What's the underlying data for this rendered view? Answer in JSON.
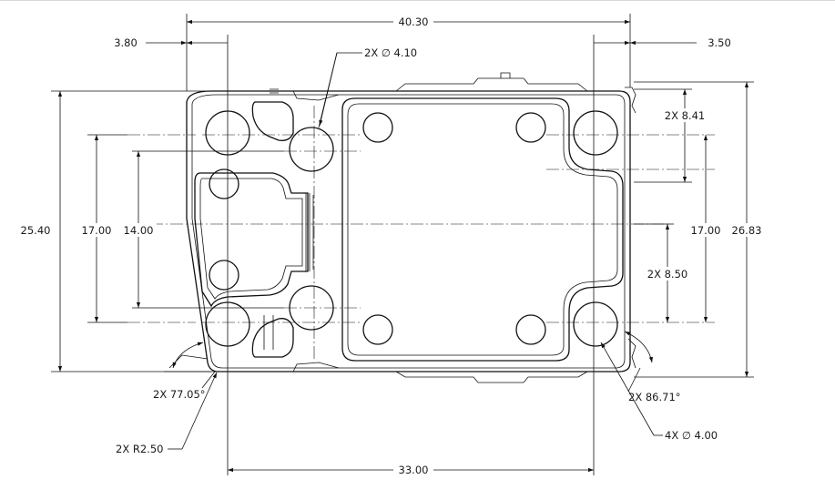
{
  "dimensions": {
    "overall_width": "40.30",
    "left_offset": "3.80",
    "right_offset": "3.50",
    "hole_large": "2X ∅ 4.10",
    "left_height": "25.40",
    "left_spacing": "17.00",
    "inner_height": "14.00",
    "right_spacing": "17.00",
    "overall_height": "26.83",
    "right_upper": "2X 8.41",
    "right_lower": "2X 8.50",
    "angle_left": "2X 77.05°",
    "radius": "2X R2.50",
    "angle_right": "2X 86.71°",
    "hole_small": "4X ∅ 4.00",
    "bottom_width": "33.00"
  }
}
